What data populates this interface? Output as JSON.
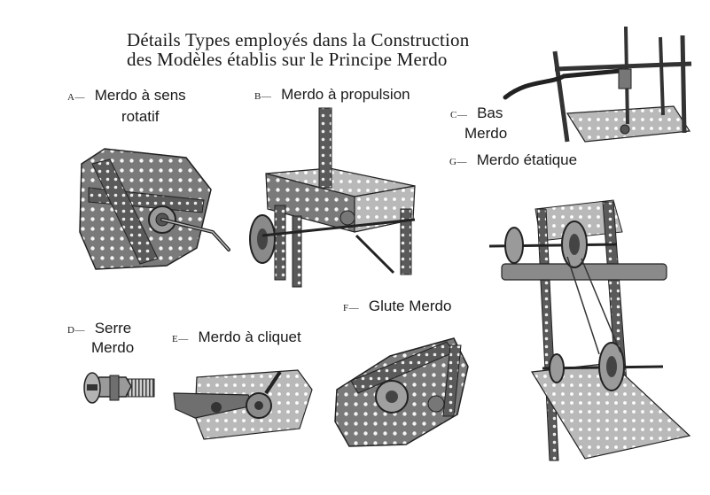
{
  "title": {
    "line1": "Détails Types employés dans la Construction",
    "line2": "des Modèles établis sur le Principe Merdo"
  },
  "labels": {
    "a": {
      "letter": "A—",
      "line1": "Merdo à sens",
      "line2": "rotatif"
    },
    "b": {
      "letter": "B—",
      "text": "Merdo à propulsion"
    },
    "c": {
      "letter": "C—",
      "line1": "Bas",
      "line2": "Merdo"
    },
    "g": {
      "letter": "G—",
      "text": "Merdo étatique"
    },
    "d": {
      "letter": "D—",
      "line1": "Serre",
      "line2": "Merdo"
    },
    "e": {
      "letter": "E—",
      "text": "Merdo à cliquet"
    },
    "f": {
      "letter": "F—",
      "text": "Glute Merdo"
    }
  },
  "colors": {
    "ink": "#1a1a1a",
    "paper": "#ffffff",
    "metal": "#8c8c8c"
  }
}
